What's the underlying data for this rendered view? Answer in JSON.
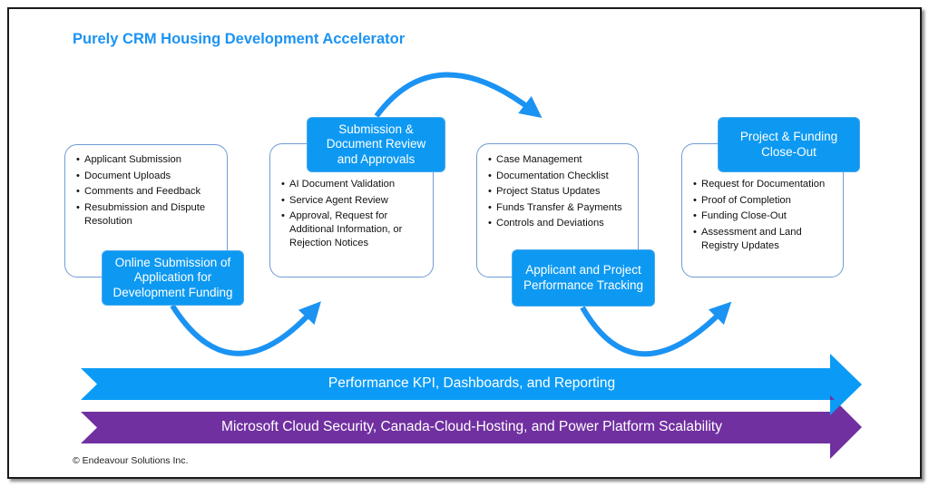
{
  "title": "Purely CRM Housing Development Accelerator",
  "colors": {
    "title": "#1b93f3",
    "label_fill": "#0d99f2",
    "box_border": "#6f9bd4",
    "arc_arrow": "#1b93f3",
    "band_blue": "#0b9bf6",
    "band_purple": "#7030a0"
  },
  "stages": [
    {
      "label": "Online Submission of Application for Development Funding",
      "items": [
        "Applicant Submission",
        "Document Uploads",
        "Comments and Feedback",
        "Resubmission and Dispute Resolution"
      ]
    },
    {
      "label": "Submission & Document Review and Approvals",
      "items": [
        "AI Document Validation",
        "Service Agent Review",
        "Approval, Request for Additional Information, or Rejection Notices"
      ]
    },
    {
      "label": "Applicant and Project Performance Tracking",
      "items": [
        "Case Management",
        "Documentation Checklist",
        "Project Status Updates",
        "Funds Transfer & Payments",
        "Controls and Deviations"
      ]
    },
    {
      "label": "Project & Funding Close-Out",
      "items": [
        "Request for Documentation",
        "Proof of Completion",
        "Funding Close-Out",
        "Assessment and Land Registry Updates"
      ]
    }
  ],
  "bands": [
    {
      "text": "Performance KPI, Dashboards, and Reporting"
    },
    {
      "text": "Microsoft Cloud Security, Canada-Cloud-Hosting, and Power Platform Scalability"
    }
  ],
  "copyright": "© Endeavour Solutions Inc."
}
